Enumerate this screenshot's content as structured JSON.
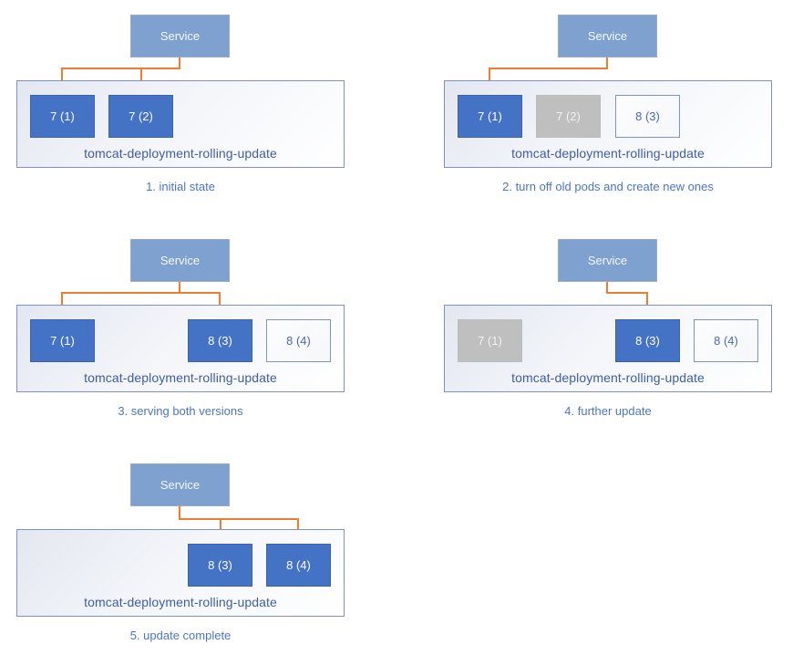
{
  "diagram": {
    "subject": "kubernetes-rolling-update-steps",
    "colors": {
      "service_fill": "#7fa1d0",
      "pod_active_fill": "#4472c4",
      "pod_terminated_fill": "#bfbfbf",
      "pod_creating_border": "#8091c8",
      "connector_orange": "#ed7d31",
      "deployment_border": "#8091c8",
      "deployment_label_blue": "#3e5ca9",
      "caption_blue": "#4b74c8"
    },
    "panels": [
      {
        "id": "initial-state",
        "caption": "1. initial state",
        "service_label": "Service",
        "deployment_label": "tomcat-deployment-rolling-update",
        "pods": [
          {
            "label": "7 (1)",
            "state": "active"
          },
          {
            "label": "7 (2)",
            "state": "active"
          }
        ],
        "service_routes_to": [
          "7 (1)",
          "7 (2)"
        ]
      },
      {
        "id": "turn-off-old-pods",
        "caption": "2. turn off old pods and create new ones",
        "service_label": "Service",
        "deployment_label": "tomcat-deployment-rolling-update",
        "pods": [
          {
            "label": "7 (1)",
            "state": "active"
          },
          {
            "label": "7 (2)",
            "state": "terminated"
          },
          {
            "label": "8 (3)",
            "state": "creating"
          }
        ],
        "service_routes_to": [
          "7 (1)"
        ]
      },
      {
        "id": "serving-both-versions",
        "caption": "3. serving both versions",
        "service_label": "Service",
        "deployment_label": "tomcat-deployment-rolling-update",
        "pods": [
          {
            "label": "7 (1)",
            "state": "active"
          },
          {
            "label": "8 (3)",
            "state": "active"
          },
          {
            "label": "8 (4)",
            "state": "creating"
          }
        ],
        "service_routes_to": [
          "7 (1)",
          "8 (3)"
        ]
      },
      {
        "id": "further-update",
        "caption": "4. further update",
        "service_label": "Service",
        "deployment_label": "tomcat-deployment-rolling-update",
        "pods": [
          {
            "label": "7 (1)",
            "state": "terminated"
          },
          {
            "label": "8 (3)",
            "state": "active"
          },
          {
            "label": "8 (4)",
            "state": "creating"
          }
        ],
        "service_routes_to": [
          "8 (3)"
        ]
      },
      {
        "id": "update-complete",
        "caption": "5. update complete",
        "service_label": "Service",
        "deployment_label": "tomcat-deployment-rolling-update",
        "pods": [
          {
            "label": "8 (3)",
            "state": "active"
          },
          {
            "label": "8 (4)",
            "state": "active"
          }
        ],
        "service_routes_to": [
          "8 (3)",
          "8 (4)"
        ]
      }
    ]
  }
}
